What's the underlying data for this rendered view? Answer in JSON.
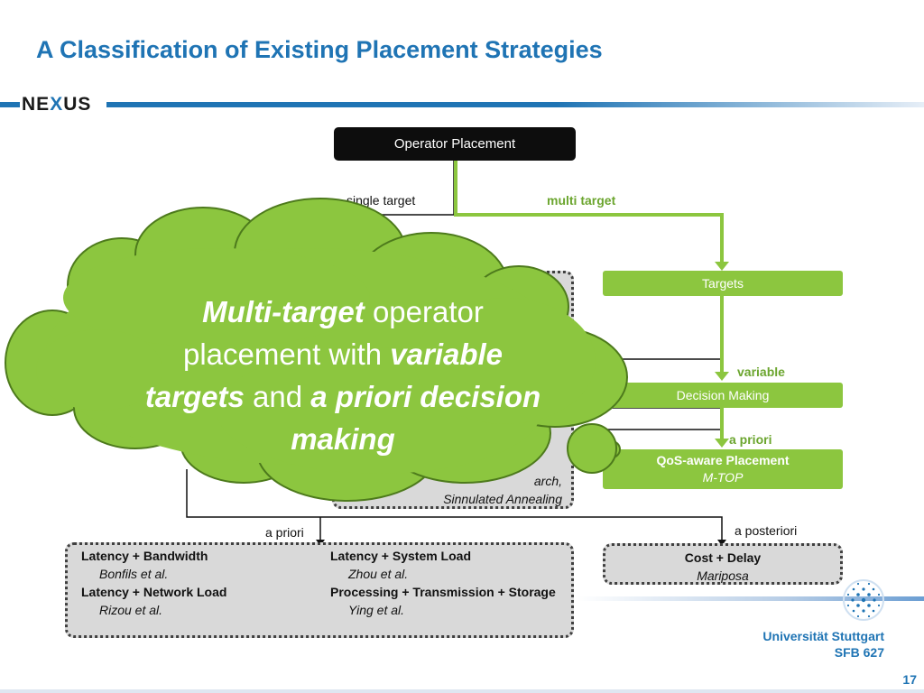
{
  "title": "A Classification of Existing Placement Strategies",
  "logo": {
    "left": "NE",
    "x": "X",
    "right": "US"
  },
  "nodes": {
    "operator_placement": "Operator Placement",
    "targets": "Targets",
    "decision_making": "Decision Making",
    "qos_title": "QoS-aware Placement",
    "qos_ref": "M-TOP"
  },
  "edges": {
    "single_target": "single target",
    "multi_target": "multi target",
    "variable": "variable",
    "a_priori_green": "a priori",
    "a_priori": "a priori",
    "a_posteriori": "a posteriori"
  },
  "middle_box": {
    "line1": "arch,",
    "line2": "Sinnulated Annealing"
  },
  "left_list": [
    {
      "h": "Latency + Bandwidth",
      "i": "Bonfils et al."
    },
    {
      "h": "Latency + Network Load",
      "i": "Rizou et al."
    }
  ],
  "right_list": [
    {
      "h": "Latency + System Load",
      "i": "Zhou et al."
    },
    {
      "h": "Processing + Transmission + Storage",
      "i": "Ying et al."
    }
  ],
  "cost_box": {
    "h": "Cost + Delay",
    "i": "Mariposa"
  },
  "cloud": {
    "p1": "Multi-target",
    "p2": " operator placement with ",
    "p3": "variable targets",
    "p4": " and ",
    "p5": "a priori decision making"
  },
  "university": {
    "line1": "Universität Stuttgart",
    "line2": "SFB 627"
  },
  "page_number": "17",
  "colors": {
    "accent": "#1f74b4",
    "green": "#8cc63f",
    "dark": "#0d0d0d"
  }
}
